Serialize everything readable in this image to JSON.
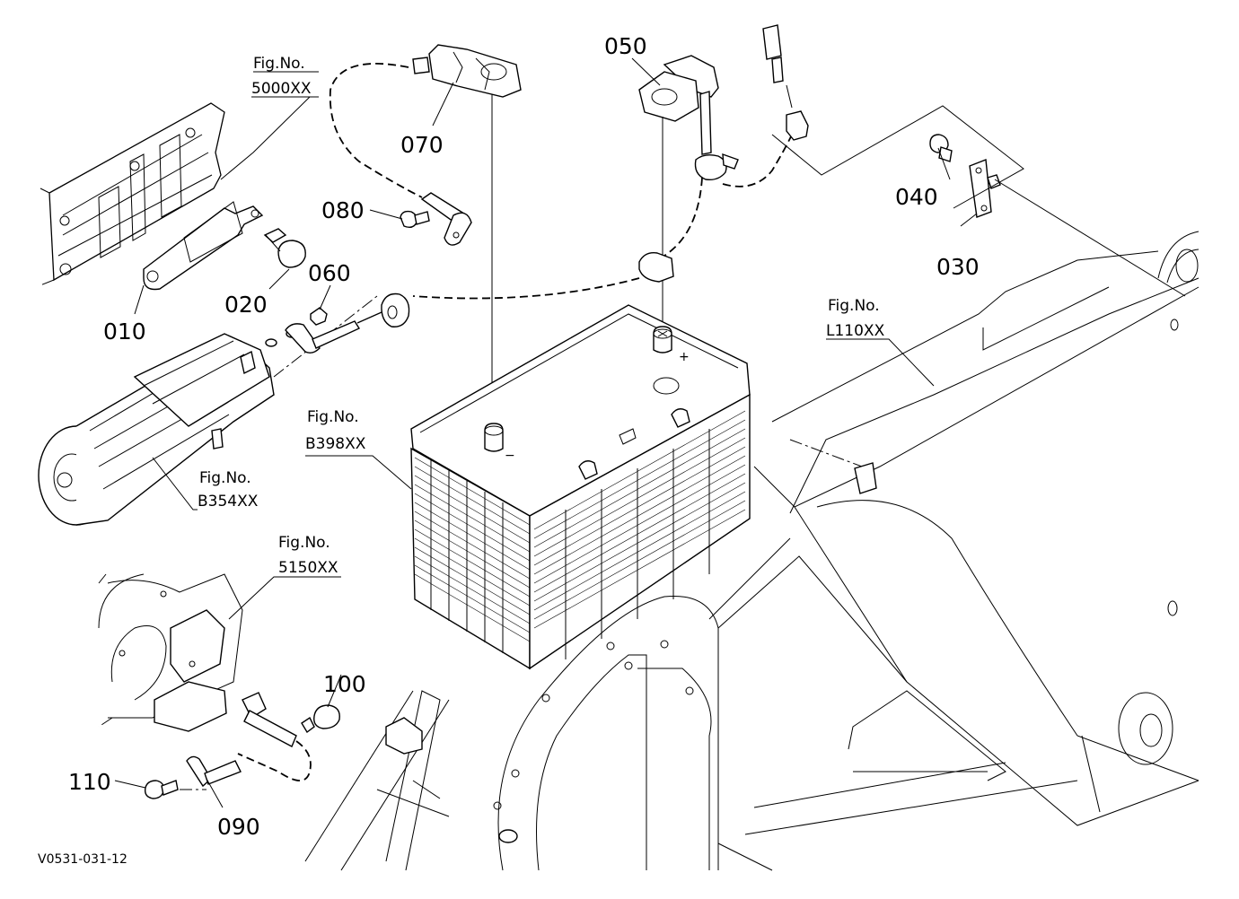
{
  "diagram": {
    "part_labels": {
      "p010": "010",
      "p020": "020",
      "p030": "030",
      "p040": "040",
      "p050": "050",
      "p060": "060",
      "p070": "070",
      "p080": "080",
      "p090": "090",
      "p100": "100",
      "p110": "110"
    },
    "figure_refs": {
      "fig_5000": {
        "title": "Fig.No.",
        "code": "5000XX"
      },
      "fig_l110": {
        "title": "Fig.No.",
        "code": "L110XX"
      },
      "fig_b398": {
        "title": "Fig.No.",
        "code": "B398XX"
      },
      "fig_b354": {
        "title": "Fig.No.",
        "code": "B354XX"
      },
      "fig_5150": {
        "title": "Fig.No.",
        "code": "5150XX"
      }
    },
    "terminal_marks": {
      "positive": "+",
      "negative": "−"
    },
    "drawing_code": "V0531-031-12"
  }
}
